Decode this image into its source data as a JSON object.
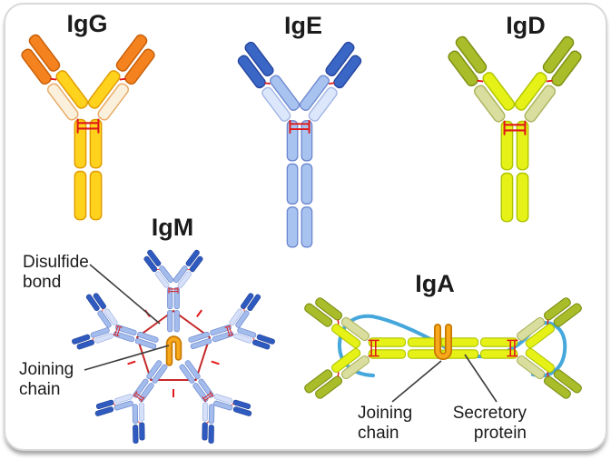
{
  "panels": {
    "igg": {
      "title": "IgG"
    },
    "ige": {
      "title": "IgE"
    },
    "igd": {
      "title": "IgD"
    },
    "igm": {
      "title": "IgM",
      "labels": {
        "disulfide": "Disulfide bond",
        "joining": "Joining chain"
      }
    },
    "iga": {
      "title": "IgA",
      "labels": {
        "joining": "Joining chain",
        "secretory": "Secretory protein"
      }
    }
  },
  "colors": {
    "igg": {
      "tip": "#F4831F",
      "tip_stroke": "#C85E07",
      "heavy": "#FFD21E",
      "heavy_stroke": "#E09B00",
      "light": "#FAF0DC",
      "light_stroke": "#E8A963"
    },
    "ige": {
      "tip": "#3A66C6",
      "tip_stroke": "#23429B",
      "heavy": "#A9C3F0",
      "heavy_stroke": "#6B87CF",
      "light": "#DCE7FB",
      "light_stroke": "#9FB4E4"
    },
    "igd": {
      "tip": "#A9BC2A",
      "tip_stroke": "#7C8F12",
      "heavy": "#E6F217",
      "heavy_stroke": "#AFC400",
      "light": "#D9DE9E",
      "light_stroke": "#ABB35D"
    },
    "igm": {
      "tip": "#2F5BC0",
      "tip_stroke": "#1E3F95",
      "heavy": "#A3BCEC",
      "heavy_stroke": "#6380CC",
      "light": "#D6E0F8",
      "light_stroke": "#9AAEE0"
    },
    "iga": {
      "tip": "#A9BC2A",
      "tip_stroke": "#7C8F12",
      "heavy": "#E6F217",
      "heavy_stroke": "#AFC400",
      "light": "#D9DE9E",
      "light_stroke": "#ABB35D"
    },
    "bond_red": "#E01818",
    "pentagon_red": "#C62828",
    "joining_chain_orange": "#F7A81B",
    "joining_chain_outline": "#C87800",
    "secretory_blue": "#45A7DC",
    "label_text": "#1B1B1B",
    "leader_line": "#3C3C3C",
    "card_border": "#D8D8D8"
  },
  "structure": {
    "igm_units": 5,
    "iga_units": 2,
    "ige_stem_segments": 3,
    "default_stem_segments": 2
  }
}
